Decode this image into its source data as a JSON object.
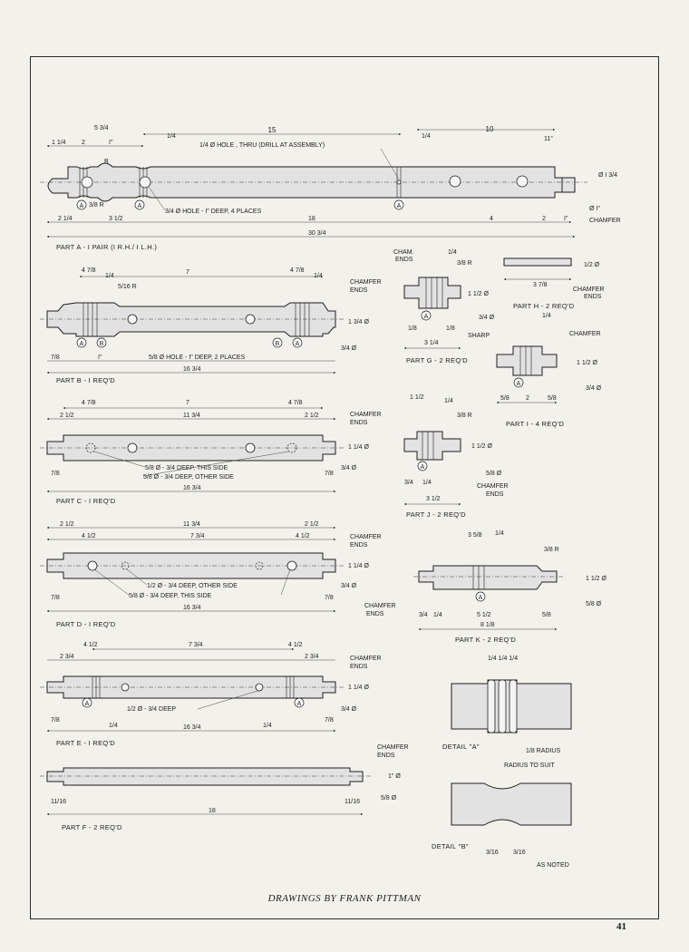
{
  "credit": "DRAWINGS BY FRANK PITTMAN",
  "page_number": "41",
  "parts": {
    "a": {
      "title": "PART A - I PAIR (I R.H./ I L.H.)",
      "note_hole": "1/4 Ø HOLE , THRU (DRILL AT ASSEMBLY)",
      "note_side_holes": "3/4 Ø HOLE - I\" DEEP, 4 PLACES",
      "dims": {
        "d15": "15",
        "d10": "10",
        "d11deg": "11°",
        "d14a": "1/4",
        "d14b": "1/4",
        "d538r": "3/8 R",
        "dB": "B",
        "dCham": "CHAMFER",
        "dia1": "Ø I\"",
        "dia134": "Ø I 3/4",
        "d534": "5 3/4",
        "d114": "1 1/4",
        "d2": "2",
        "d1in": "I\"",
        "d214": "2 1/4",
        "d312": "3 1/2",
        "d18": "18",
        "d4": "4",
        "d2b": "2",
        "d1b": "I\"",
        "d3034": "30 3/4",
        "cA1": "A",
        "cA2": "A",
        "cA3": "A"
      }
    },
    "b": {
      "title": "PART B - I REQ'D",
      "note_holes": "5/8 Ø HOLE - I\" DEEP, 2 PLACES",
      "dims": {
        "d478a": "4 7/8",
        "d7": "7",
        "d478b": "4 7/8",
        "d14a": "1/4",
        "d14b": "1/4",
        "d516r": "5/16 R",
        "chamfer": "CHAMFER",
        "ends": "ENDS",
        "d134": "1 3/4 Ø",
        "d34": "3/4 Ø",
        "d78": "7/8",
        "dI": "I\"",
        "d1634": "16 3/4",
        "cA1": "A",
        "cB1": "B",
        "cB2": "B",
        "cA2": "A"
      }
    },
    "c": {
      "title": "PART C - I REQ'D",
      "note1": "5/8 Ø - 3/4 DEEP, THIS SIDE",
      "note2": "5/8 Ø - 3/4 DEEP, OTHER SIDE",
      "dims": {
        "d478a": "4 7/8",
        "d7": "7",
        "d478b": "4 7/8",
        "d212a": "2 1/2",
        "d1134": "11 3/4",
        "d212b": "2 1/2",
        "chamfer": "CHAMFER",
        "ends": "ENDS",
        "d114": "1 1/4 Ø",
        "d34": "3/4 Ø",
        "d78a": "7/8",
        "d78b": "7/8",
        "d1634": "16 3/4"
      }
    },
    "d": {
      "title": "PART D - I REQ'D",
      "note1": "1/2 Ø - 3/4 DEEP, OTHER SIDE",
      "note2": "5/8 Ø - 3/4 DEEP, THIS SIDE",
      "dims": {
        "d212a": "2 1/2",
        "d1134": "11 3/4",
        "d212b": "2 1/2",
        "d412a": "4 1/2",
        "d734": "7 3/4",
        "d412b": "4 1/2",
        "chamfer": "CHAMFER",
        "ends": "ENDS",
        "d114": "1 1/4 Ø",
        "d34": "3/4 Ø",
        "d78a": "7/8",
        "d78b": "7/8",
        "d1634": "16 3/4"
      }
    },
    "e": {
      "title": "PART E - I REQ'D",
      "note1": "1/2 Ø - 3/4 DEEP",
      "dims": {
        "d412a": "4 1/2",
        "d734": "7 3/4",
        "d412b": "4 1/2",
        "d234a": "2 3/4",
        "d234b": "2 3/4",
        "chamfer": "CHAMFER",
        "ends": "ENDS",
        "d114": "1 1/4 Ø",
        "d34": "3/4 Ø",
        "d78a": "7/8",
        "d78b": "7/8",
        "d14a": "1/4",
        "d14b": "1/4",
        "d1634": "16 3/4",
        "cA1": "A",
        "cA2": "A"
      }
    },
    "f": {
      "title": "PART F - 2 REQ'D",
      "dims": {
        "chamfer": "CHAMFER",
        "ends": "ENDS",
        "d1": "1\" Ø",
        "d58": "5/8 Ø",
        "d1116a": "11/16",
        "d1116b": "11/16",
        "d18": "18"
      }
    },
    "g": {
      "title": "PART G - 2 REQ'D",
      "dims": {
        "cham": "CHAM.",
        "ends": "ENDS",
        "d14": "1/4",
        "d38r": "3/8 R",
        "d112": "1 1/2 Ø",
        "d34": "3/4 Ø",
        "d18a": "1/8",
        "d18b": "1/8",
        "d314": "3 1/4",
        "cA": "A"
      }
    },
    "h": {
      "title": "PART H - 2 REQ'D",
      "dims": {
        "d12": "1/2 Ø",
        "d378": "3 7/8",
        "chamfer": "CHAMFER",
        "ends": "ENDS"
      }
    },
    "i": {
      "title": "PART I - 4 REQ'D",
      "dims": {
        "sharp": "SHARP",
        "d14": "1/4",
        "chamfer": "CHAMFER",
        "d112": "1 1/2 Ø",
        "d34": "3/4 Ø",
        "d58a": "5/8",
        "d2": "2",
        "d58b": "5/8",
        "cA": "A"
      }
    },
    "j": {
      "title": "PART J - 2 REQ'D",
      "dims": {
        "d112top": "1 1/2",
        "d14": "1/4",
        "d38r": "3/8 R",
        "d112": "1 1/2 Ø",
        "d58": "5/8 Ø",
        "chamfer": "CHAMFER",
        "ends": "ENDS",
        "d34": "3/4",
        "d14b": "1/4",
        "d312": "3 1/2",
        "cA": "A"
      }
    },
    "k": {
      "title": "PART K - 2 REQ'D",
      "dims": {
        "d358": "3 5/8",
        "d14": "1/4",
        "d38r": "3/8 R",
        "d112": "1 1/2 Ø",
        "d58": "5/8 Ø",
        "chamfer": "CHAMFER",
        "ends": "ENDS",
        "d34": "3/4",
        "d14b": "1/4",
        "d512": "5 1/2",
        "d58b": "5/8",
        "d818": "8 1/8",
        "cA": "A"
      }
    }
  },
  "details": {
    "a": {
      "title": "DETAIL \"A\"",
      "top": "1/4  1/4  1/4",
      "radius": "1/8 RADIUS"
    },
    "b": {
      "title": "DETAIL \"B\"",
      "radius": "RADIUS TO SUIT",
      "d316a": "3/16",
      "d316b": "3/16",
      "noted": "AS NOTED"
    }
  }
}
